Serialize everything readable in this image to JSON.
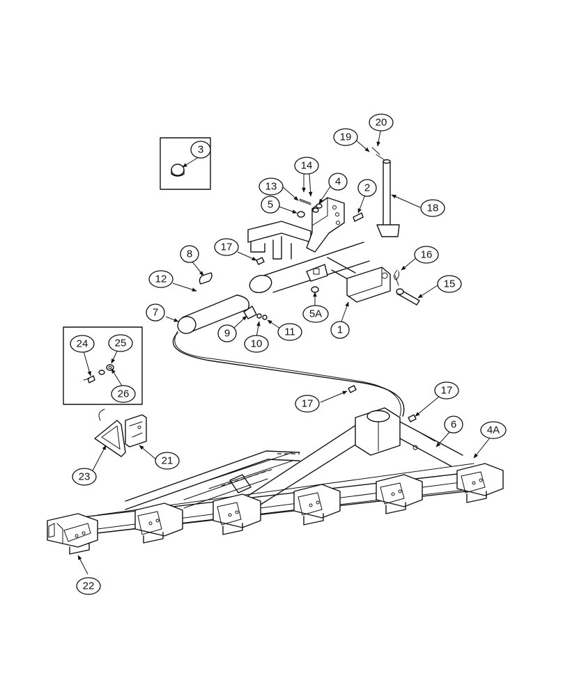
{
  "callouts": {
    "c1": "1",
    "c2": "2",
    "c3": "3",
    "c4": "4",
    "c4a": "4A",
    "c5": "5",
    "c5a": "5A",
    "c6": "6",
    "c7": "7",
    "c8": "8",
    "c9": "9",
    "c10": "10",
    "c11": "11",
    "c12": "12",
    "c13": "13",
    "c14": "14",
    "c15": "15",
    "c16": "16",
    "c17a": "17",
    "c17b": "17",
    "c17c": "17",
    "c18": "18",
    "c19": "19",
    "c20": "20",
    "c21": "21",
    "c22": "22",
    "c23": "23",
    "c24": "24",
    "c25": "25",
    "c26": "26"
  }
}
